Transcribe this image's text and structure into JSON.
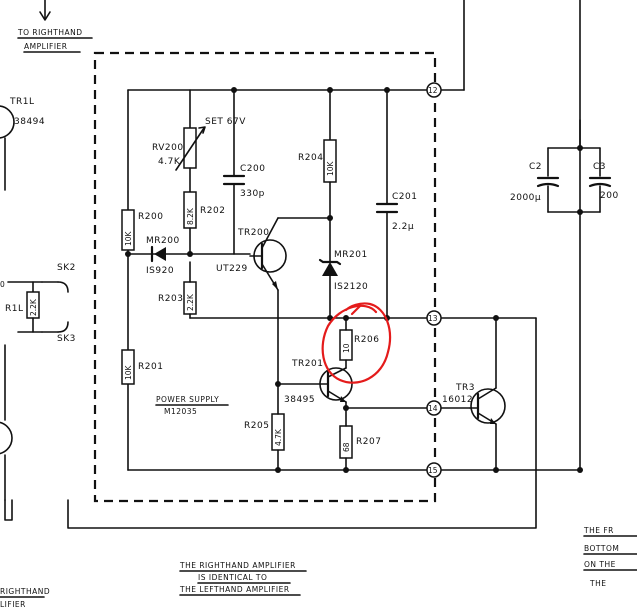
{
  "labels": {
    "to_righthand": "TO RIGHTHAND",
    "amplifier_top": "AMPLIFIER",
    "tr1l": "TR1L",
    "tr1l_part": "38494",
    "sk2": "SK2",
    "sk3": "SK3",
    "r1l": "R1L",
    "r1l_val": "2.2K",
    "r1l_val_left": "0",
    "rv200": "RV200",
    "rv200_val": "4.7K",
    "set67v": "SET 67V",
    "r200": "R200",
    "r200_val": "10K",
    "r202": "R202",
    "r202_val": "8.2K",
    "mr200": "MR200",
    "mr200_part": "IS920",
    "r203": "R203",
    "r203_val": "2.2K",
    "r201": "R201",
    "r201_val": "10K",
    "c200": "C200",
    "c200_val": "330p",
    "tr200": "TR200",
    "tr200_part": "UT229",
    "r204": "R204",
    "r204_val": "10K",
    "mr201": "MR201",
    "mr201_part": "IS2120",
    "c201": "C201",
    "c201_val": "2.2μ",
    "r206": "R206",
    "r206_val": "10",
    "tr201": "TR201",
    "tr201_part": "38495",
    "r205": "R205",
    "r205_val": "4.7K",
    "r207": "R207",
    "r207_val": "68",
    "tr3": "TR3",
    "tr3_part": "16012",
    "c2": "C2",
    "c2_val": "2000μ",
    "c3": "C3",
    "c3_val": "200",
    "power_supply": "POWER SUPPLY",
    "power_supply_model": "M12035",
    "t12": "12",
    "t13": "13",
    "t14": "14",
    "t15": "15",
    "note1": "THE RIGHTHAND AMPLIFIER",
    "note2": "IS IDENTICAL TO",
    "note3": "THE LEFTHAND AMPLIFIER",
    "note_r1": "THE FR",
    "note_r2": "BOTTOM",
    "note_r3": "ON THE",
    "note_r4": "THE",
    "bottom_left1": "RIGHTHAND",
    "bottom_left2": "LIFIER"
  },
  "colors": {
    "ink": "#111111",
    "annotation": "#e41b1b",
    "paper": "#ffffff"
  }
}
